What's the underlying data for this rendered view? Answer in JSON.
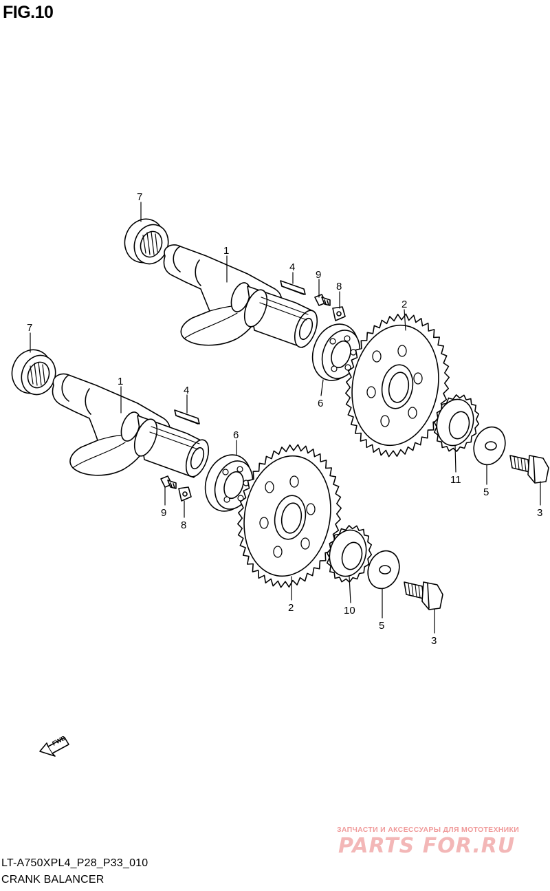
{
  "figure": {
    "title": "FIG.10"
  },
  "callouts": {
    "upper": {
      "bearing_left": "7",
      "shaft": "1",
      "key": "4",
      "screw": "9",
      "retainer": "8",
      "bearing_right": "6",
      "gear_large": "2",
      "gear_small": "11",
      "washer": "5",
      "bolt": "3"
    },
    "lower": {
      "bearing_left": "7",
      "shaft": "1",
      "key": "4",
      "bearing_right": "6",
      "screw": "9",
      "retainer": "8",
      "gear_large": "2",
      "gear_small": "10",
      "washer": "5",
      "bolt": "3"
    }
  },
  "fwd_label": "FWD",
  "footer": {
    "code": "LT-A750XPL4_P28_P33_010",
    "name": "CRANK BALANCER"
  },
  "watermark": {
    "tagline": "ЗАПЧАСТИ И АКСЕССУАРЫ ДЛЯ МОТОТЕХНИКИ",
    "brand": "PARTS FOR.RU"
  }
}
